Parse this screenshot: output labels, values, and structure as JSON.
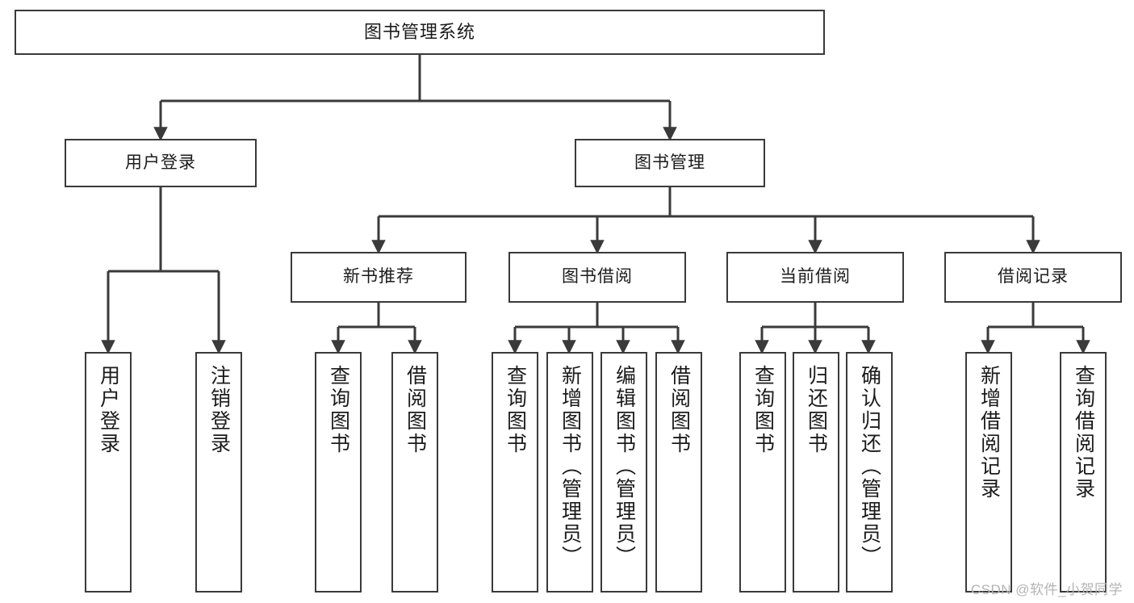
{
  "diagram": {
    "title": "图书管理系统",
    "type": "tree",
    "watermark": "CSDN @软件_小贺同学",
    "colors": {
      "stroke": "#3a3a3a",
      "fill": "#ffffff",
      "text": "#1b1b1b",
      "watermark": "#b4b4b4"
    },
    "levels": {
      "root": {
        "label": "图书管理系统"
      },
      "level1": [
        {
          "label": "用户登录"
        },
        {
          "label": "图书管理"
        }
      ],
      "level2": [
        {
          "label": "新书推荐"
        },
        {
          "label": "图书借阅"
        },
        {
          "label": "当前借阅"
        },
        {
          "label": "借阅记录"
        }
      ],
      "leaves": {
        "user_login": [
          {
            "label": "用户登录"
          },
          {
            "label": "注销登录"
          }
        ],
        "new_book": [
          {
            "label": "查询图书"
          },
          {
            "label": "借阅图书"
          }
        ],
        "book_borrow": [
          {
            "label": "查询图书"
          },
          {
            "label": "新增图书（管理员）"
          },
          {
            "label": "编辑图书（管理员）"
          },
          {
            "label": "借阅图书"
          }
        ],
        "current_borrow": [
          {
            "label": "查询图书"
          },
          {
            "label": "归还图书"
          },
          {
            "label": "确认归还（管理员）"
          }
        ],
        "borrow_record": [
          {
            "label": "新增借阅记录"
          },
          {
            "label": "查询借阅记录"
          }
        ]
      }
    }
  }
}
